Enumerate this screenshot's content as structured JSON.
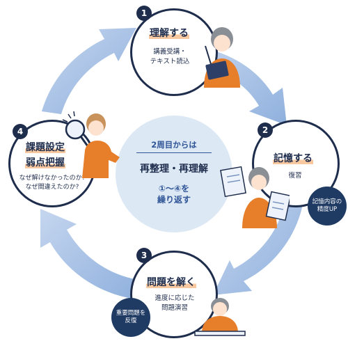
{
  "center": {
    "line1": "2周目からは",
    "line2": "再整理・再理解",
    "line3": "①～④を",
    "line4": "繰り返す"
  },
  "steps": [
    {
      "num": "1",
      "title": "理解する",
      "desc": [
        "講義受講・",
        "テキスト読込"
      ]
    },
    {
      "num": "2",
      "title": "記憶する",
      "desc": [
        "復習"
      ]
    },
    {
      "num": "3",
      "title": "問題を解く",
      "desc": [
        "進度に応じた",
        "問題演習"
      ]
    },
    {
      "num": "4",
      "title": [
        "課題設定",
        "弱点把握"
      ],
      "desc": [
        "なぜ解けなかったのか?",
        "なぜ間違えたのか?"
      ]
    }
  ],
  "badges": {
    "memory": [
      "記憶内容の",
      "精度UP"
    ],
    "review": [
      "重要問題を",
      "反復"
    ]
  },
  "colors": {
    "navy": "#1f2d4d",
    "arrow": "#a9c2e6",
    "center": "#dde8f5",
    "highlight": "#f8c9a0",
    "orange": "#e77f2a",
    "badge": "#1f3a63"
  }
}
